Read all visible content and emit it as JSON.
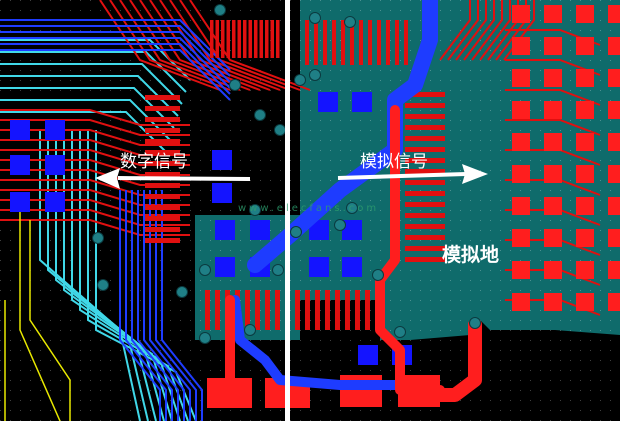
{
  "labels": {
    "digital_signal": "数字信号",
    "analog_signal": "模拟信号",
    "analog_ground": "模拟地"
  },
  "watermark": "www.elecfans.com",
  "colors": {
    "background": "#000000",
    "ground_plane": "#0f6b6b",
    "pad_red": "#ff1e1e",
    "pad_blue": "#1414ff",
    "trace_red": "#e01010",
    "trace_blue": "#1e3cff",
    "trace_cyan": "#40d8e8",
    "trace_yellow": "#e8e800",
    "via": "#1f7f86",
    "divider": "#ffffff"
  },
  "icons": {
    "arrow_left": "arrow-left-icon",
    "arrow_right": "arrow-right-icon"
  }
}
